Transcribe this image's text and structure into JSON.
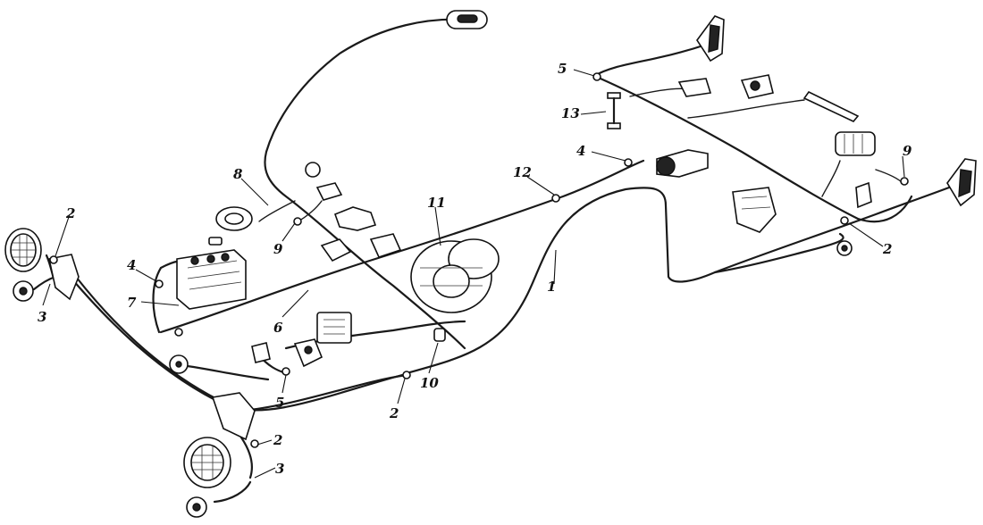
{
  "callouts": {
    "c1": "1",
    "c2_left_headlamp": "2",
    "c2_bottom_headlamp": "2",
    "c2_front_junction": "2",
    "c2_rear_right": "2",
    "c3_left": "3",
    "c3_bottom": "3",
    "c4_battery": "4",
    "c4_rear": "4",
    "c5_front": "5",
    "c5_rear": "5",
    "c6": "6",
    "c7": "7",
    "c8": "8",
    "c9_front": "9",
    "c9_rear": "9",
    "c10": "10",
    "c11": "11",
    "c12": "12",
    "c13": "13"
  }
}
